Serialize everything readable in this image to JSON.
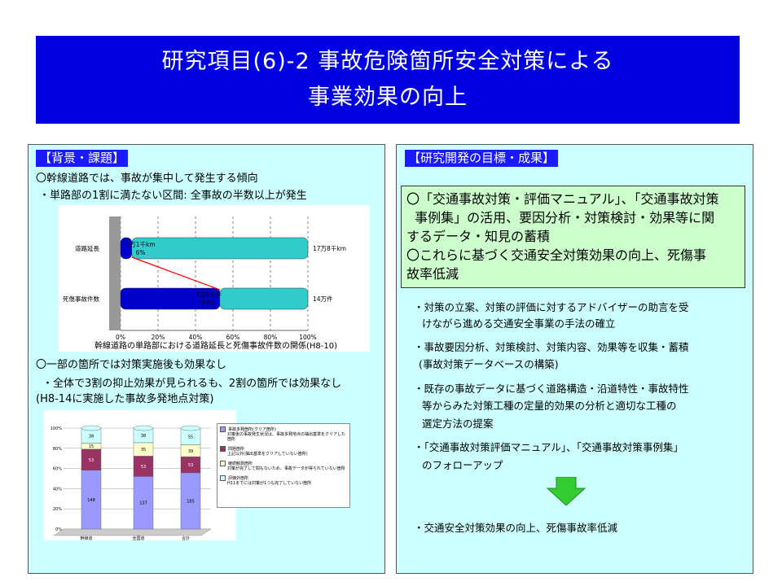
{
  "title": {
    "line1": "研究項目(6)-2  事故危険箇所安全対策による",
    "line2": "事業効果の向上"
  },
  "left": {
    "header": "【背景・課題】",
    "p1": "〇幹線道路では、事故が集中して発生する傾向",
    "p2": "・単路部の1割に満たない区間: 全事故の半数以上が発生",
    "chart_caption": "幹線道路の単路部における道路延長と死傷事故件数の関係(H8-10)",
    "p3": "〇一部の箇所では対策実施後も効果なし",
    "p4": "・全体で3割の抑止効果が見られるも、2割の箇所では効果なし",
    "p5": "(H8-14に実施した事故多発地点対策)"
  },
  "right": {
    "header": "【研究開発の目標・成果】",
    "goal1": "〇「交通事故対策・評価マニュアル」、「交通事故対策",
    "goal2": "  事例集」の活用、要因分析・対策検討・効果等に関",
    "goal3": "するデータ・知見の蓄積",
    "goal4": "〇これらに基づく交通安全対策効果の向上、死傷事",
    "goal5": "故率低減",
    "b1a": "・対策の立案、対策の評価に対するアドバイザーの助言を受",
    "b1b": "けながら進める交通安全事業の手法の確立",
    "b2a": "・事故要因分析、対策検討、対策内容、効果等を収集・蓄積",
    "b2b": "(事故対策データベースの構築)",
    "b3a": "・既存の事故データに基づく道路構造・沿道特性・事故特性",
    "b3b": "等からみた対策工種の定量的効果の分析と適切な工種の",
    "b3c": "選定方法の提案",
    "b4a": "・「交通事故対策評価マニュアル」、「交通事故対策事例集」",
    "b4b": "のフォローアップ",
    "b5": "・交通安全対策効果の向上、死傷事故率低減"
  },
  "colors": {
    "title_bg": "#0000e0",
    "panel_bg": "#ccffff",
    "goal_bg": "#ccffcc",
    "header_bg": "#1a1aff",
    "arrow": "#33cc33",
    "bar_cyan": "#33cccc",
    "bar_blue": "#0000cc",
    "connector": "#ff0000"
  },
  "chart_data": [
    {
      "type": "bar",
      "orientation": "horizontal-stacked",
      "categories": [
        "道路延長",
        "死傷事故件数"
      ],
      "series": [
        {
          "values": [
            6,
            53
          ]
        },
        {
          "values": [
            94,
            47
          ]
        }
      ],
      "segment_labels": [
        [
          "1万1千km",
          "6%"
        ],
        [
          "7万4千件",
          "53%"
        ]
      ],
      "totals": [
        "17万8千km",
        "14万件"
      ],
      "x_ticks": [
        "0%",
        "20%",
        "40%",
        "60%",
        "80%",
        "100%"
      ],
      "xlim": [
        0,
        100
      ],
      "grid": true
    },
    {
      "type": "bar",
      "orientation": "vertical-stacked-3d",
      "categories": [
        "幹線道",
        "全国道",
        "合計"
      ],
      "series": [
        {
          "name": "事故多発箇所(クリア箇所)",
          "values": [
            148,
            137,
            185
          ],
          "labels": [
            "148",
            "137",
            "185"
          ]
        },
        {
          "name": "問題箇所",
          "values": [
            53,
            53,
            53
          ],
          "labels": [
            "53",
            "53",
            "53"
          ]
        },
        {
          "name": "継続観測箇所",
          "values": [
            15,
            35,
            39
          ],
          "labels": [
            "15",
            "35",
            "39"
          ]
        },
        {
          "name": "評価外箇所",
          "values": [
            38,
            38,
            55
          ],
          "labels": [
            "38",
            "38",
            "55"
          ]
        }
      ],
      "legend_notes": [
        "対策後の事故発生状況は、事故多発地点の抽出基準をクリアした箇所",
        "上記以外(抽出基準をクリアしていない箇所)",
        "対策が完了して間もないため、事故データが得られていない箇所",
        "H11までには対策が1つも完了していない箇所"
      ],
      "y_ticks": [
        "100%",
        "80%",
        "60%",
        "40%",
        "20%",
        "0%"
      ],
      "legend_position": "right"
    }
  ]
}
